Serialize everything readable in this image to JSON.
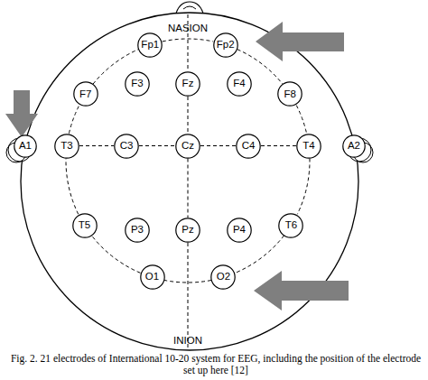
{
  "diagram": {
    "caption": "Fig. 2. 21 electrodes of International 10-20 system for EEG, including the position of the electrode set up here [12]",
    "nodes": [
      {
        "text": [
          "Fp1"
        ]
      },
      {
        "text": [
          "Fp2"
        ]
      },
      {
        "text": [
          "F7"
        ]
      },
      {
        "text": [
          "F3"
        ]
      },
      {
        "text": [
          "Fz"
        ]
      },
      {
        "text": [
          "F4"
        ]
      },
      {
        "text": [
          "F8"
        ]
      },
      {
        "text": [
          "A1"
        ]
      },
      {
        "text": [
          "T3"
        ]
      },
      {
        "text": [
          "C3"
        ]
      },
      {
        "text": [
          "Cz"
        ]
      },
      {
        "text": [
          "C4"
        ]
      },
      {
        "text": [
          "T4"
        ]
      },
      {
        "text": [
          "A2"
        ]
      },
      {
        "text": [
          "T5"
        ]
      },
      {
        "text": [
          "P3"
        ]
      },
      {
        "text": [
          "Pz"
        ]
      },
      {
        "text": [
          "P4"
        ]
      },
      {
        "text": [
          "T6"
        ]
      },
      {
        "text": [
          "O1"
        ]
      },
      {
        "text": [
          "O2"
        ]
      }
    ],
    "edges": [
      {
        "from": 0,
        "to": 1,
        "arrow": "none"
      },
      {
        "from": 1,
        "to": 6,
        "arrow": "none"
      },
      {
        "from": 6,
        "to": 12,
        "arrow": "none"
      },
      {
        "from": 12,
        "to": 18,
        "arrow": "none"
      },
      {
        "from": 18,
        "to": 20,
        "arrow": "none"
      },
      {
        "from": 20,
        "to": 19,
        "arrow": "none"
      },
      {
        "from": 19,
        "to": 14,
        "arrow": "none"
      },
      {
        "from": 14,
        "to": 8,
        "arrow": "none"
      },
      {
        "from": 8,
        "to": 2,
        "arrow": "none"
      },
      {
        "from": 2,
        "to": 0,
        "arrow": "none"
      },
      {
        "from": 8,
        "to": 9,
        "arrow": "none"
      },
      {
        "from": 9,
        "to": 10,
        "arrow": "none"
      },
      {
        "from": 10,
        "to": 11,
        "arrow": "none"
      },
      {
        "from": 11,
        "to": 12,
        "arrow": "none"
      },
      {
        "from": 4,
        "to": 10,
        "arrow": "none"
      },
      {
        "from": 10,
        "to": 16,
        "arrow": "none"
      }
    ],
    "labels": [
      "NASION",
      "INION"
    ]
  }
}
